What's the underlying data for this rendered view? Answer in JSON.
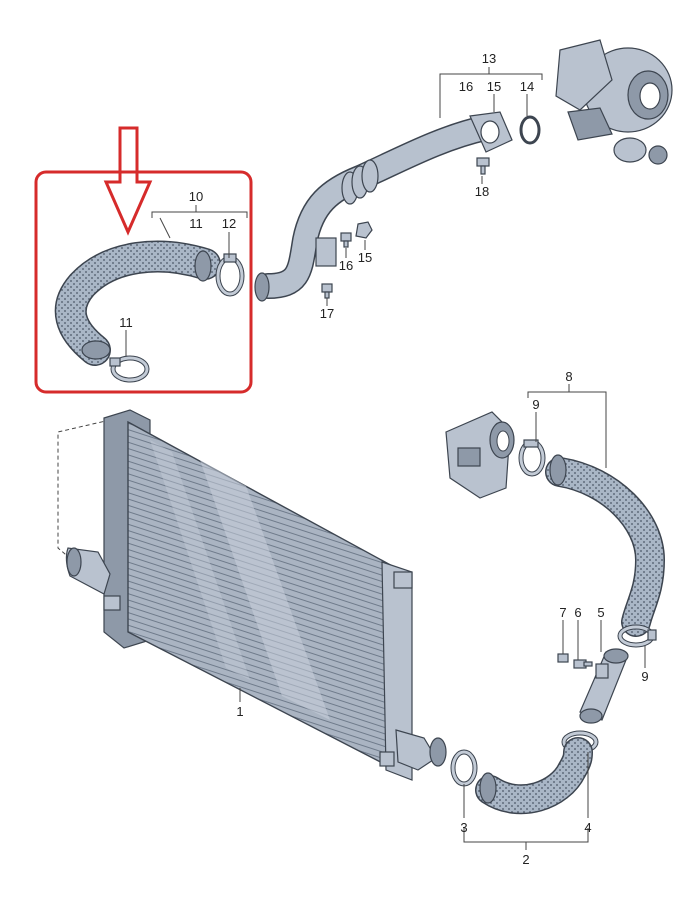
{
  "highlight": {
    "color": "#d62b2b"
  },
  "colors": {
    "part": "#b9c2cf",
    "outline": "#3d4550",
    "hose": "#a9b6c6"
  },
  "labels": {
    "p1": "1",
    "p2": "2",
    "p3": "3",
    "p4": "4",
    "p5": "5",
    "p6": "6",
    "p7": "7",
    "p8": "8",
    "p9a": "9",
    "p9b": "9",
    "p10": "10",
    "p11a": "11",
    "p11b": "11",
    "p12": "12",
    "p13": "13",
    "p14": "14",
    "p15a": "15",
    "p15b": "15",
    "p16a": "16",
    "p16b": "16",
    "p17": "17",
    "p18": "18"
  }
}
